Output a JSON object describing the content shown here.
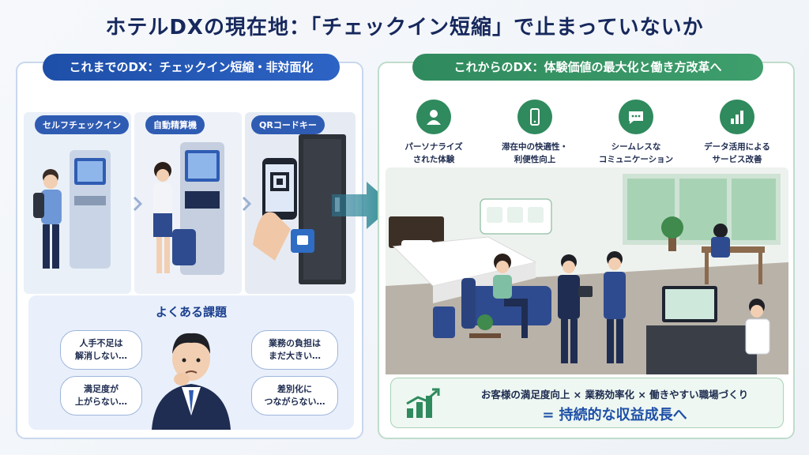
{
  "title": "ホテルDXの現在地：「チェックイン短縮」で止まっていないか",
  "left": {
    "header": "これまでのDX：チェックイン短縮・非対面化",
    "labels": [
      "セルフチェックイン",
      "自動精算機",
      "QRコードキー"
    ],
    "issues_title": "よくある課題",
    "issues": [
      {
        "line1": "人手不足は",
        "line2": "解消しない…"
      },
      {
        "line1": "業務の負担は",
        "line2": "まだ大きい…"
      },
      {
        "line1": "満足度が",
        "line2": "上がらない…"
      },
      {
        "line1": "差別化に",
        "line2": "つながらない…"
      }
    ]
  },
  "right": {
    "header": "これからのDX：体験価値の最大化と働き方改革へ",
    "features": [
      {
        "icon": "person-icon",
        "line1": "パーソナライズ",
        "line2": "された体験"
      },
      {
        "icon": "smartphone-icon",
        "line1": "滞在中の快適性・",
        "line2": "利便性向上"
      },
      {
        "icon": "chat-bubble-icon",
        "line1": "シームレスな",
        "line2": "コミュニケーション"
      },
      {
        "icon": "bar-chart-icon",
        "line1": "データ活用による",
        "line2": "サービス改善"
      }
    ],
    "result_line1": "お客様の満足度向上 × 業務効率化 × 働きやすい職場づくり",
    "result_line2": "= 持続的な収益成長へ"
  },
  "colors": {
    "left_accent": "#1e4fa8",
    "right_accent": "#2f8a5d",
    "title": "#16285c"
  }
}
